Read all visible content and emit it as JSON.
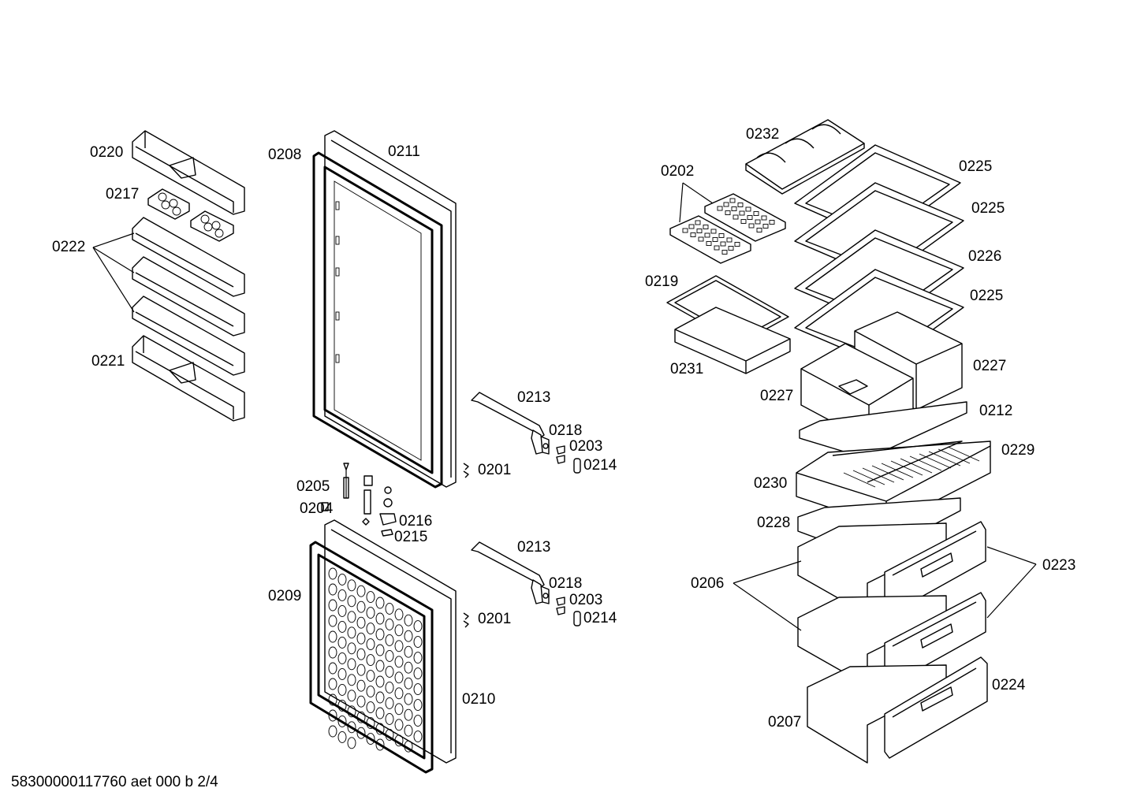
{
  "footer": "58300000117760 aet 000 b 2/4",
  "labels": {
    "p0220": "0220",
    "p0217": "0217",
    "p0222": "0222",
    "p0221": "0221",
    "p0208": "0208",
    "p0211": "0211",
    "p0213a": "0213",
    "p0218a": "0218",
    "p0203a": "0203",
    "p0214a": "0214",
    "p0201a": "0201",
    "p0205": "0205",
    "p0204": "0204",
    "p0216": "0216",
    "p0215": "0215",
    "p0213b": "0213",
    "p0218b": "0218",
    "p0203b": "0203",
    "p0214b": "0214",
    "p0201b": "0201",
    "p0209": "0209",
    "p0210": "0210",
    "p0232": "0232",
    "p0202": "0202",
    "p0219": "0219",
    "p0231": "0231",
    "p0225a": "0225",
    "p0225b": "0225",
    "p0226": "0226",
    "p0225c": "0225",
    "p0227a": "0227",
    "p0227b": "0227",
    "p0212": "0212",
    "p0229": "0229",
    "p0230": "0230",
    "p0228": "0228",
    "p0206": "0206",
    "p0223": "0223",
    "p0224": "0224",
    "p0207": "0207"
  }
}
